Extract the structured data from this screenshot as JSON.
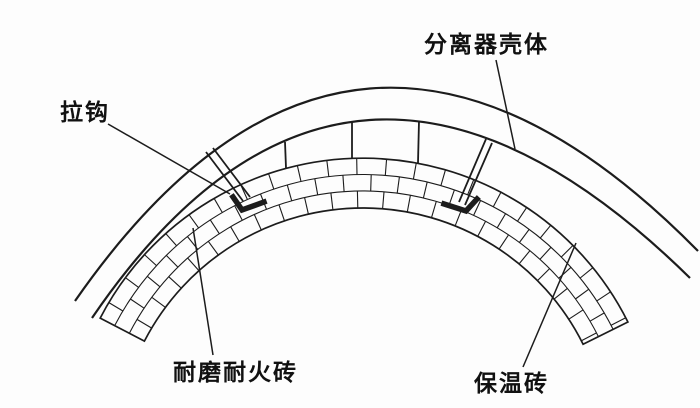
{
  "figure": {
    "background": "#fdfdfd",
    "line_color": "#1c1c1c",
    "labels": [
      {
        "id": "shell",
        "text": "分离器壳体"
      },
      {
        "id": "hook",
        "text": "拉钩"
      },
      {
        "id": "refractory",
        "text": "耐磨耐火砖"
      },
      {
        "id": "insulation",
        "text": "保温砖"
      }
    ]
  }
}
